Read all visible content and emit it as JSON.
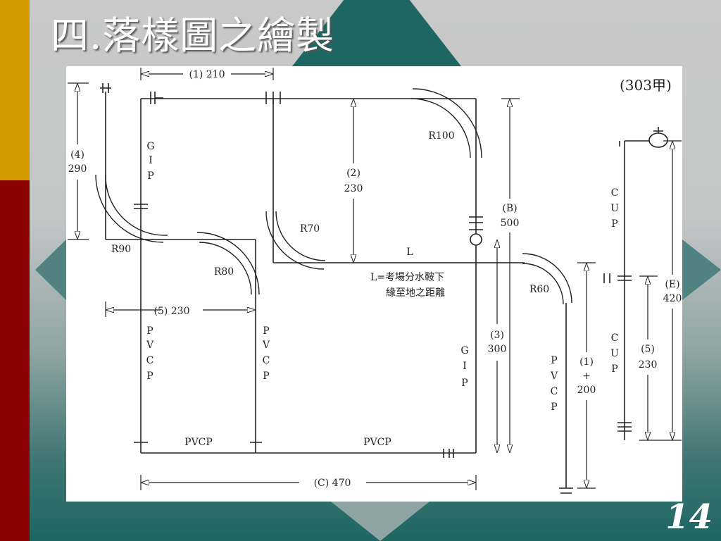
{
  "slide": {
    "title": "四.落樣圖之繪製",
    "page_number": "14"
  },
  "diagram": {
    "code": "(303甲)",
    "dims": {
      "d1_210": "(1) 210",
      "d4": "(4)",
      "d4_val": "290",
      "d2": "(2)",
      "d2_val": "230",
      "dB": "(B)",
      "dB_val": "500",
      "d5_230": "(5) 230",
      "d3": "(3)",
      "d3_val": "300",
      "d1": "(1)",
      "d1_plus": "+",
      "d1_val": "200",
      "dE": "(E)",
      "dE_val": "420",
      "d5": "(5)",
      "d5_val": "230",
      "dC_470": "(C)  470"
    },
    "bends": {
      "r100": "R100",
      "r90": "R90",
      "r80": "R80",
      "r70": "R70",
      "r60": "R60"
    },
    "pipe_chars": {
      "gip_left": [
        "G",
        "I",
        "P"
      ],
      "gip_right": [
        "G",
        "I",
        "P"
      ],
      "pvcp_a": [
        "P",
        "V",
        "C",
        "P"
      ],
      "pvcp_b": [
        "P",
        "V",
        "C",
        "P"
      ],
      "pvcp_c": [
        "P",
        "V",
        "C",
        "P"
      ],
      "cup_top": [
        "C",
        "U",
        "P"
      ],
      "cup_bot": [
        "C",
        "U",
        "P"
      ]
    },
    "pvcp_bottom_left": "PVCP",
    "pvcp_bottom_right": "PVCP",
    "l_label": "L",
    "l_note_1": "L=考場分水鞍下",
    "l_note_2": "緣至地之距離"
  },
  "colors": {
    "gold_bar": "#d39a00",
    "red_bar": "#8b0000",
    "teal_diamond": "#1e6662",
    "line": "#222222"
  }
}
